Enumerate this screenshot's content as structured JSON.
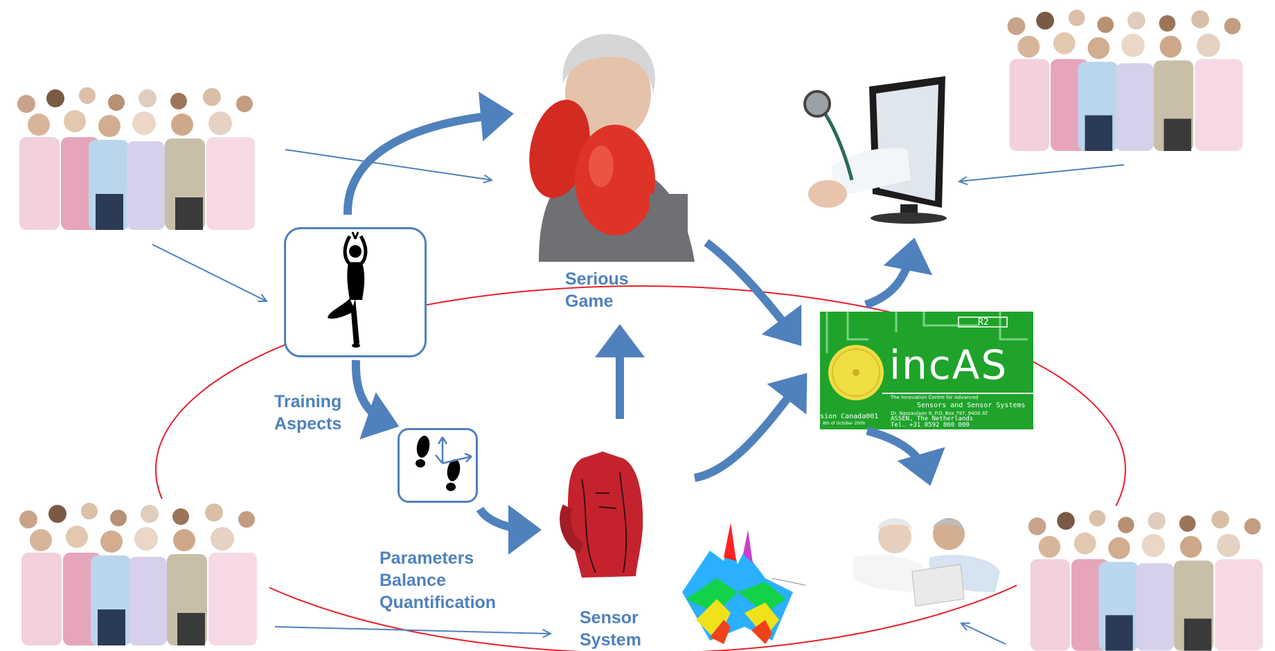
{
  "labels": {
    "serious_game": [
      "Serious",
      "Game"
    ],
    "training_aspects": [
      "Training",
      "Aspects"
    ],
    "parameters": [
      "Parameters",
      "Balance",
      "Quantification"
    ],
    "sensor_system": [
      "Sensor",
      "System"
    ]
  },
  "incas_logo": {
    "brand": "incAS",
    "sub1": "The Innovation Centre for Advanced",
    "sub2": "Sensors and Sensor Systems",
    "addr1": "Dr. Nassaulaan 9, P.O. Box 797, 9400 AT",
    "addr2": "ASSEN, The Netherlands",
    "addr3": "Tel. +31 0592 860 000",
    "side1": "sion Canada001",
    "side2": "8th of October 2009",
    "board_code": "R2"
  },
  "colors": {
    "arrow": "#4f81bd",
    "ellipse": "#e8202a",
    "pcb": "#1fa32b"
  }
}
